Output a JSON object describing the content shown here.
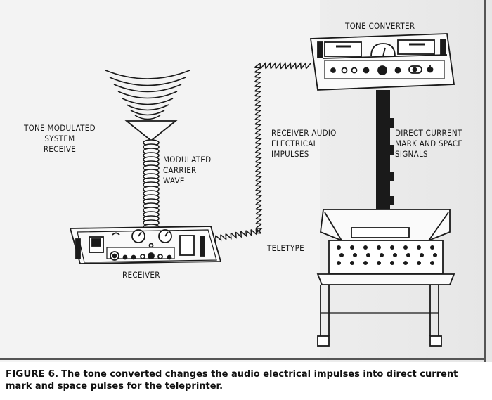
{
  "labels": {
    "tone_converter": "TONE CONVERTER",
    "tone_modulated_system": "TONE MODULATED\nSYSTEM\nRECEIVE",
    "modulated_carrier_wave": "MODULATED\nCARRIER\nWAVE",
    "receiver_audio": "RECEIVER AUDIO\nELECTRICAL\nIMPULSES",
    "direct_current": "DIRECT CURRENT\nMARK AND SPACE\nSIGNALS",
    "teletype": "TELETYPE",
    "receiver": "RECEIVER"
  },
  "caption": {
    "label": "FIGURE 6.",
    "text": "The tone converted changes the audio electrical impulses into direct current mark and space pulses for the teleprinter."
  }
}
